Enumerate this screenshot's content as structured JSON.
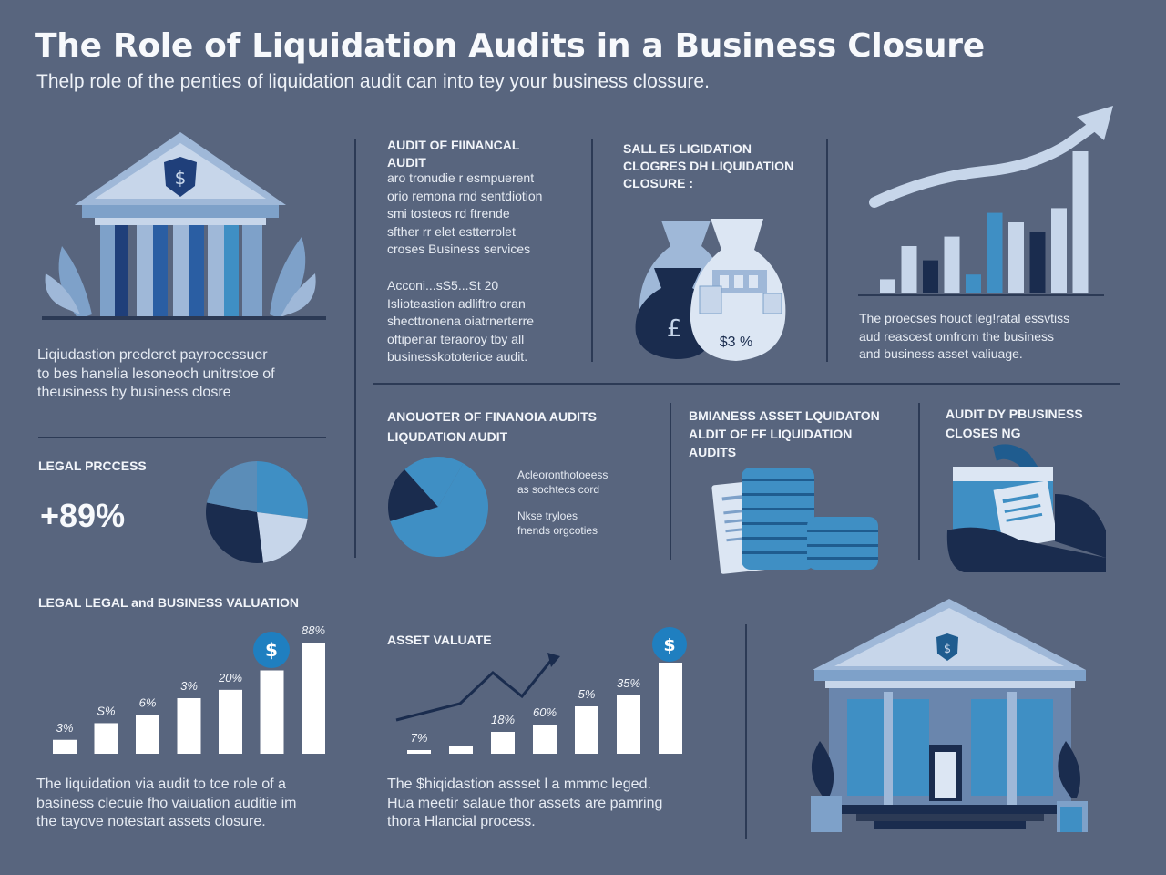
{
  "header": {
    "title": "The Role of Liquidation Audits in a Business Closure",
    "subtitle": "Thelp role of the penties of liquidation audit can into tey your business clossure."
  },
  "palette": {
    "background": "#58657e",
    "navy": "#1a2c4e",
    "blue": "#3f8fc4",
    "light": "#c7d6ea",
    "divider": "#2c3a55"
  },
  "left_top": {
    "text": "Liqiudastion precleret payrocessuer\nto bes hanelia lesoneoch unitrstoe of\ntheusiness by business closre"
  },
  "legal_process": {
    "label": "LEGAL PRCCESS",
    "stat": "+89%"
  },
  "audit_financial": {
    "heading": "AUDIT OF FIINANCAL\nAUDIT",
    "para1": "aro tronudie r esmpuerent\norio remona rnd sentdiotion\nsmi tosteos rd ftrende\nsfther rr elet estterrolet\ncroses Business services",
    "para2": "Acconi...sS5...St 20\nIslioteastion adliftro oran\nshecttronena oiatrnerterre\noftipenar teraoroy tby all\nbusinesskototerice audit."
  },
  "sale_liquidation": {
    "heading": "SALL E5 LIGIDATION\nCLOGRES DH LIQUIDATION\nCLOSURE :",
    "bag_label": "$3 %"
  },
  "growth_chart": {
    "text": "The proecses houot leg!ratal essvtiss\naud reascest omfrom the business\nand business asset valiuage."
  },
  "analyst": {
    "heading": "ANOUOTER OF FINANOIA AUDITS\nLIQUDATION AUDIT",
    "note1": "Acleoronthotoeess\nas sochtecs cord",
    "note2": "Nkse tryloes\nfnends orgcoties"
  },
  "asset_liquidation": {
    "heading": "BMIANESS ASSET LQUIDATON\nALDIT OF FF LIQUIDATION\nAUDITS"
  },
  "audit_closing": {
    "heading": "AUDIT DY PBUSINESS\nCLOSES NG"
  },
  "valuation": {
    "heading": "LEGAL LEGAL and BUSINESS VALUATION",
    "text": "The liquidation via audit to tce role of a\nbasiness clecuie  fho vaiuation auditie im\nthe tayove notestart assets closure.",
    "coin": "$"
  },
  "asset_value": {
    "heading": "ASSET VALUATE",
    "text": "The $hiqidastion assset l a mmmc leged.\nHua meetir salaue thor assets are pamring\nthora Hlancial process.",
    "coin": "$"
  },
  "chart_data": [
    {
      "type": "pie",
      "values": [
        0.27,
        0.21,
        0.3,
        0.22
      ],
      "colors": [
        "#3f8fc4",
        "#c7d6ea",
        "#1a2c4e",
        "#5b8db8"
      ]
    },
    {
      "type": "pie",
      "values": [
        0.62,
        0.18,
        0.2
      ],
      "colors": [
        "#3f8fc4",
        "#1a2c4e",
        "#3f8fc4"
      ]
    },
    {
      "type": "bar",
      "values": [
        3,
        10,
        7,
        12,
        4,
        17,
        15,
        13,
        18,
        30
      ],
      "colors": [
        "#c7d6ea",
        "#c7d6ea",
        "#1a2c4e",
        "#c7d6ea",
        "#3f8fc4",
        "#3f8fc4",
        "#c7d6ea",
        "#1a2c4e",
        "#c7d6ea",
        "#c7d6ea"
      ]
    },
    {
      "type": "bar",
      "labels": [
        "3%",
        "S%",
        "6%",
        "3%",
        "20%",
        "",
        "88%"
      ],
      "values": [
        5,
        11,
        14,
        20,
        23,
        30,
        40
      ]
    },
    {
      "type": "bar",
      "labels": [
        "7%",
        "",
        "18%",
        "60%",
        "5%",
        "35%",
        ""
      ],
      "values": [
        1,
        2,
        6,
        8,
        13,
        16,
        25
      ]
    }
  ]
}
